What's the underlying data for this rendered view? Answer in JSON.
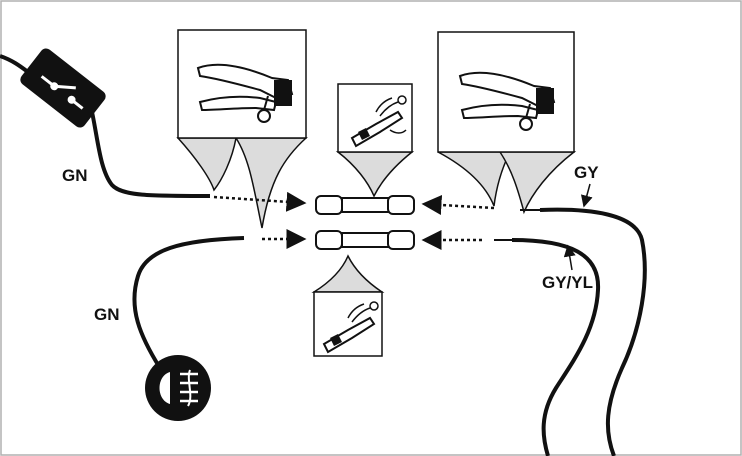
{
  "labels": {
    "wire_gn_top": "GN",
    "wire_gn_bottom": "GN",
    "wire_gy": "GY",
    "wire_gy_yl": "GY/YL"
  },
  "colors": {
    "line": "#111111",
    "frame": "#b0b0b0",
    "funnel": "#dcdcdc",
    "background": "#ffffff"
  },
  "icons": {
    "switch": "switch-icon",
    "lamp": "fog-lamp-icon",
    "stripper": "wire-stripper-icon",
    "crimper": "crimping-tool-icon",
    "connector": "butt-connector-icon"
  }
}
